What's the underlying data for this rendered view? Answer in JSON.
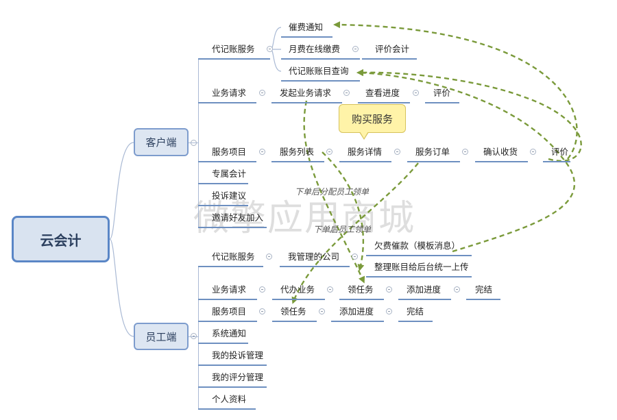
{
  "root": "云会计",
  "customer": {
    "label": "客户端",
    "bookkeeping": {
      "label": "代记账服务",
      "items": [
        "催费通知",
        "月费在线缴费",
        "评价会计",
        "代记账账目查询"
      ]
    },
    "request": {
      "label": "业务请求",
      "steps": [
        "发起业务请求",
        "查看进度",
        "评价"
      ]
    },
    "project": {
      "label": "服务项目",
      "steps": [
        "服务列表",
        "服务详情",
        "服务订单",
        "确认收货",
        "评价"
      ]
    },
    "dedicated": "专属会计",
    "complaint": "投诉建议",
    "invite": "邀请好友加入"
  },
  "staff": {
    "label": "员工端",
    "bookkeeping": {
      "label": "代记账服务",
      "company": "我管理的公司",
      "actions": [
        "欠费催款（模板消息）",
        "整理账目给后台统一上传"
      ]
    },
    "request": {
      "label": "业务请求",
      "steps": [
        "代办业务",
        "领任务",
        "添加进度",
        "完结"
      ]
    },
    "project": {
      "label": "服务项目",
      "steps": [
        "领任务",
        "添加进度",
        "完结"
      ]
    },
    "notify": "系统通知",
    "complaints": "我的投诉管理",
    "ratings": "我的评分管理",
    "profile": "个人资料"
  },
  "callout": "购买服务",
  "notes": {
    "assign": "下单后分配员工领单",
    "claim": "下单后员工领单"
  },
  "watermark": "微擎应用商城",
  "colors": {
    "arrow": "#7a9a3a",
    "box_border": "#7d9ccd",
    "underline": "#6d8fc0"
  }
}
